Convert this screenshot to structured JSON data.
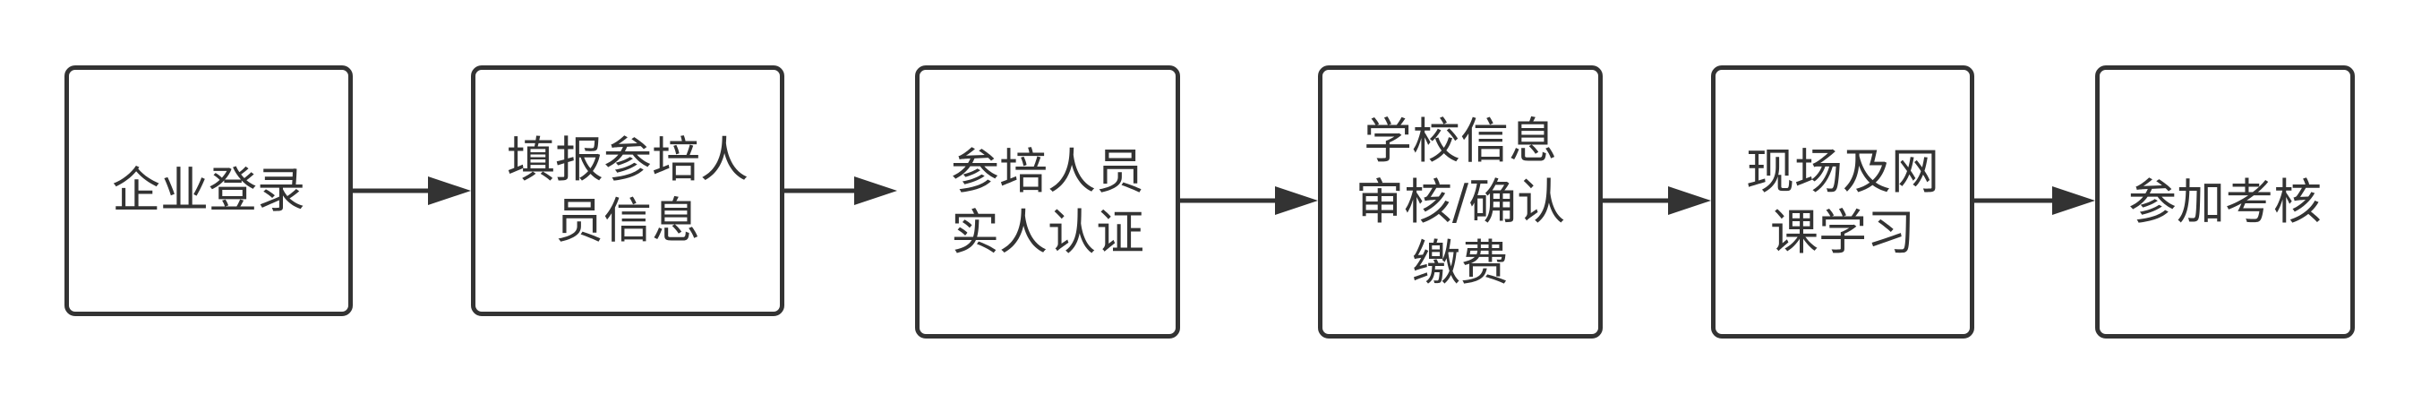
{
  "flow": {
    "steps": [
      {
        "label": "企业登录"
      },
      {
        "label": "填报参培人\n员信息"
      },
      {
        "label": "参培人员\n实人认证"
      },
      {
        "label": "学校信息\n审核/确认\n缴费"
      },
      {
        "label": "现场及网\n课学习"
      },
      {
        "label": "参加考核"
      }
    ]
  },
  "colors": {
    "stroke": "#333333",
    "text": "#333333",
    "background": "#ffffff"
  }
}
